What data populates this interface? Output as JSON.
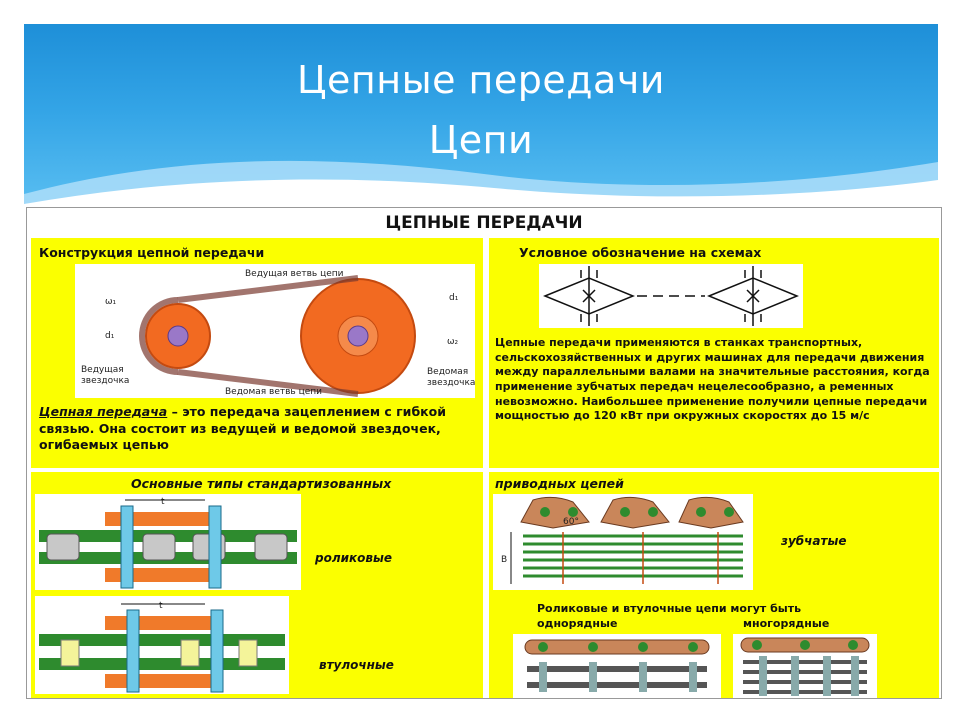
{
  "slide": {
    "title_line1": "Цепные передачи",
    "title_line2": "Цепи"
  },
  "board": {
    "title": "ЦЕПНЫЕ ПЕРЕДАЧИ",
    "construction": {
      "heading": "Конструкция цепной передачи",
      "labels": {
        "leading_branch": "Ведущая ветвь цепи",
        "driven_branch": "Ведомая ветвь цепи",
        "leading_sprocket": "Ведущая звездочка",
        "driven_sprocket": "Ведомая звездочка",
        "omega1": "ω₁",
        "omega2": "ω₂",
        "d1_left": "d₁",
        "d1_right": "d₁"
      },
      "definition_term": "Цепная передача",
      "definition_text": " – это передача зацеплением с гибкой связью. Она состоит из ведущей и ведомой звездочек, огибаемых цепью"
    },
    "symbol": {
      "heading": "Условное обозначение на схемах",
      "text": "Цепные передачи применяются в станках транспортных, сельскохозяйственных и других машинах для передачи движения между параллельными валами на значительные расстояния, когда применение зубчатых передач нецелесообразно, а ременных невозможно. Наибольшее применение получили цепные передачи мощностью до 120 кВт при окружных скоростях до 15 м/с"
    },
    "types": {
      "heading_left": "Основные типы стандартизованных",
      "heading_right": "приводных цепей",
      "roller_label": "роликовые",
      "bush_label": "втулочные",
      "tooth_label": "зубчатые",
      "pitch_label": "t",
      "angle_label": "60°",
      "width_label": "B",
      "rows_note": "Роликовые и втулочные цепи  могут быть",
      "single_row": "однорядные",
      "multi_row": "многорядные"
    }
  },
  "colors": {
    "header_blue": "#2a9ae0",
    "panel_yellow": "#fbff00",
    "sprocket_orange": "#f26a21",
    "link_green": "#2e8b2e"
  }
}
